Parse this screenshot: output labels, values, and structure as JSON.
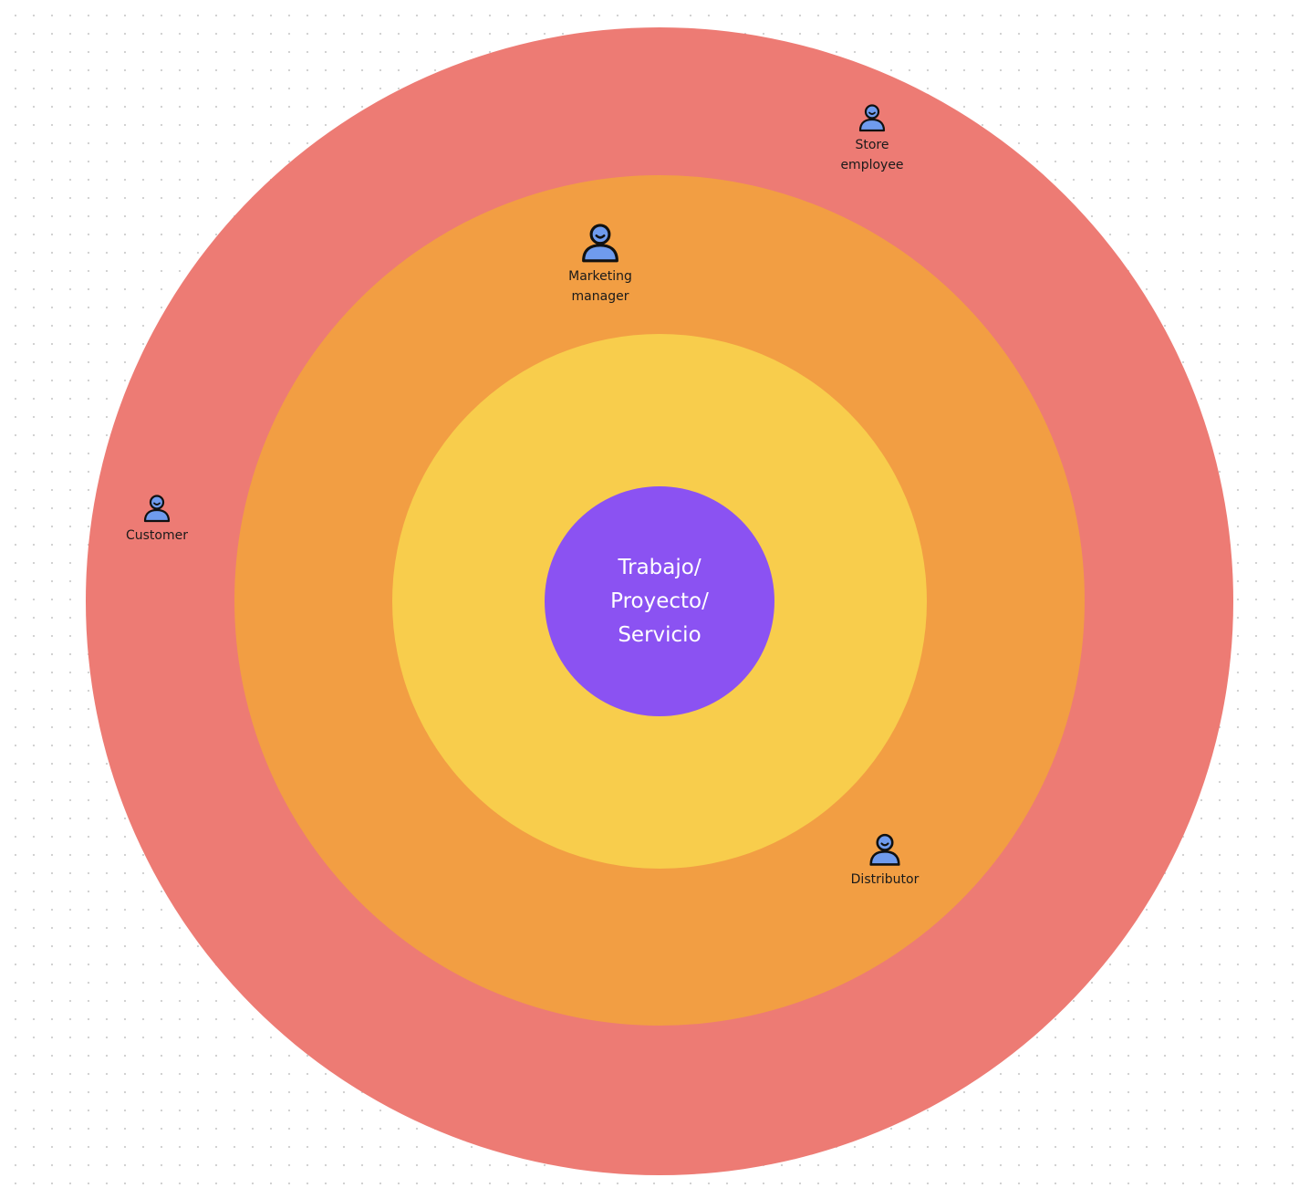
{
  "colors": {
    "outer_ring": "#ED7B74",
    "middle_ring": "#F29E43",
    "inner_ring": "#F8CD4C",
    "core": "#8B52F2",
    "persona_fill": "#6F9BEE",
    "persona_stroke": "#111111"
  },
  "center": {
    "label": "Trabajo/\nProyecto/\nServicio"
  },
  "personas": [
    {
      "label": "Store\nemployee",
      "icon": "person-icon"
    },
    {
      "label": "Marketing\nmanager",
      "icon": "person-icon"
    },
    {
      "label": "Customer",
      "icon": "person-icon"
    },
    {
      "label": "Distributor",
      "icon": "person-icon"
    }
  ]
}
